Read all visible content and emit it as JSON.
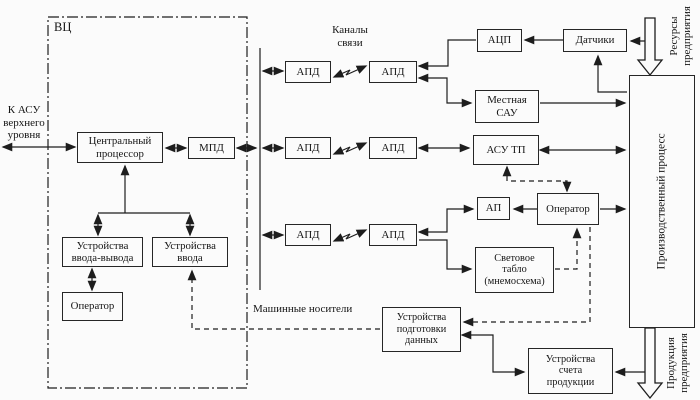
{
  "diagram": {
    "labels": {
      "vc": "ВЦ",
      "to_upper_asu": "К АСУ\nверхнего\nуровня",
      "comm_channels": "Каналы\nсвязи",
      "machine_media": "Машинные носители",
      "enterprise_resources": "Ресурсы\nпредприятия",
      "enterprise_products": "Продукция\nпредприятия"
    },
    "boxes": {
      "cpu": "Центральный\nпроцессор",
      "mpd": "МПД",
      "apd": "АПД",
      "adc": "АЦП",
      "sensors": "Датчики",
      "local_sau": "Местная\nСАУ",
      "asu_tp": "АСУ ТП",
      "ap": "АП",
      "operator": "Оператор",
      "light_board": "Световое\nтабло\n(мнемосхема)",
      "production_process": "Производственный процесс",
      "io_devices": "Устройства\nввода-вывода",
      "input_devices": "Устройства\nввода",
      "data_prep": "Устройства\nподготовки\nданных",
      "product_count": "Устройства\nсчета\nпродукции"
    },
    "line_colors": {
      "ink": "#1d1d1d",
      "paper": "#fbfbfb"
    }
  }
}
